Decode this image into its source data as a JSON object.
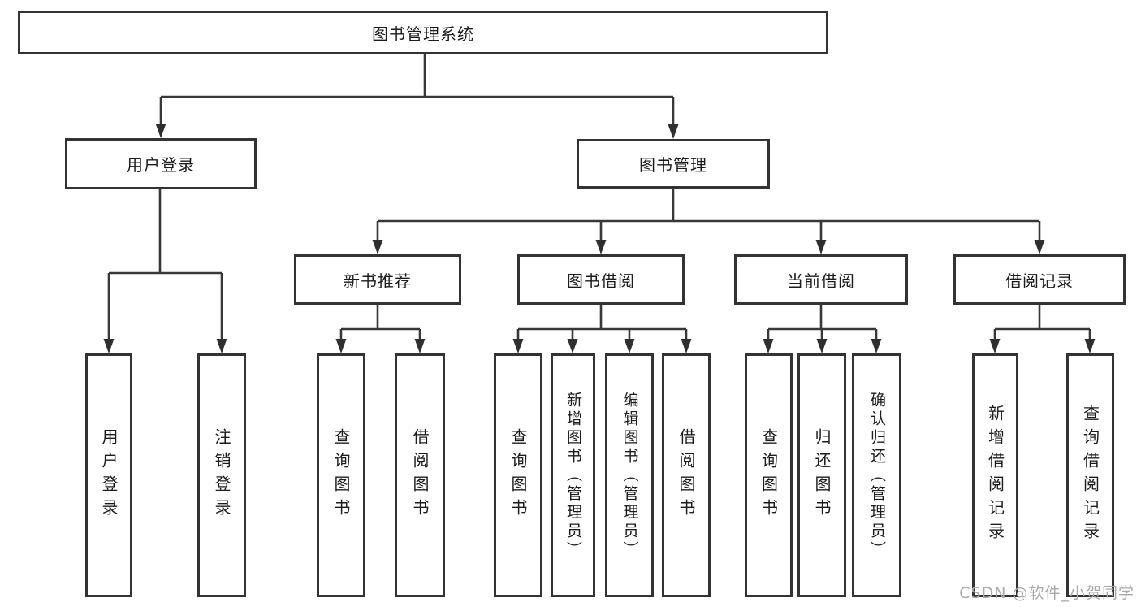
{
  "nodes": {
    "root": "图书管理系统",
    "user_login_group": "用户登录",
    "book_management": "图书管理",
    "new_book_recommend": "新书推荐",
    "book_borrowing": "图书借阅",
    "current_borrowing": "当前借阅",
    "borrowing_records": "借阅记录",
    "leaves": [
      "用户登录",
      "注销登录",
      "查询图书",
      "借阅图书",
      "查询图书",
      "新增图书（管理员）",
      "编辑图书（管理员）",
      "借阅图书",
      "查询图书",
      "归还图书",
      "确认归还（管理员）",
      "新增借阅记录",
      "查询借阅记录"
    ]
  },
  "colors": {
    "line": "#383838",
    "border": "#333333",
    "background": "#ffffff",
    "watermark": "#aaaaaa"
  },
  "watermark": {
    "text": "CSDN @软件_小贺同学"
  }
}
